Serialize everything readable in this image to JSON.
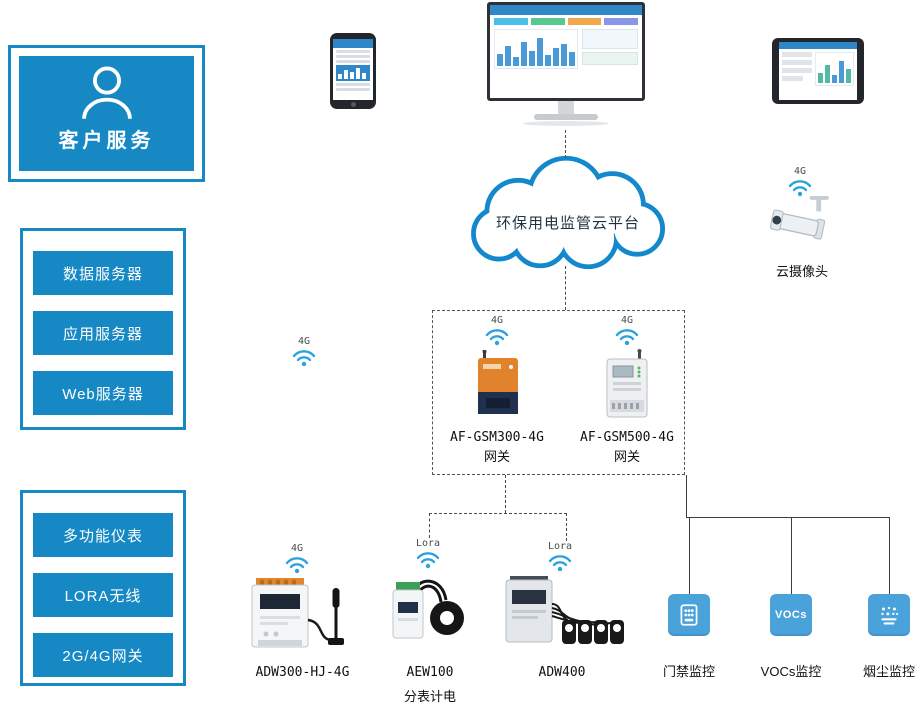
{
  "palette": {
    "primary_blue": "#1689c5",
    "wifi_blue": "#2ba1e0",
    "tile_blue": "#49a2da"
  },
  "customer_service": {
    "title": "客户服务"
  },
  "server_group": {
    "items": [
      "数据服务器",
      "应用服务器",
      "Web服务器"
    ]
  },
  "capability_group": {
    "items": [
      "多功能仪表",
      "LORA无线",
      "2G/4G网关"
    ]
  },
  "cloud": {
    "title": "环保用电监管云平台"
  },
  "camera": {
    "label": "云摄像头",
    "signal": "4G"
  },
  "uplink_signal": {
    "label": "4G"
  },
  "gateways": [
    {
      "model": "AF-GSM300-4G",
      "type": "网关",
      "signal": "4G"
    },
    {
      "model": "AF-GSM500-4G",
      "type": "网关",
      "signal": "4G"
    }
  ],
  "meters": [
    {
      "model": "ADW300-HJ-4G",
      "signal": "4G"
    },
    {
      "model": "AEW100",
      "signal": "Lora",
      "subtitle": "分表计电"
    },
    {
      "model": "ADW400",
      "signal": "Lora"
    }
  ],
  "monitor_nodes": [
    {
      "label": "门禁监控"
    },
    {
      "label": "VOCs监控",
      "badge": "VOCs"
    },
    {
      "label": "烟尘监控"
    }
  ]
}
